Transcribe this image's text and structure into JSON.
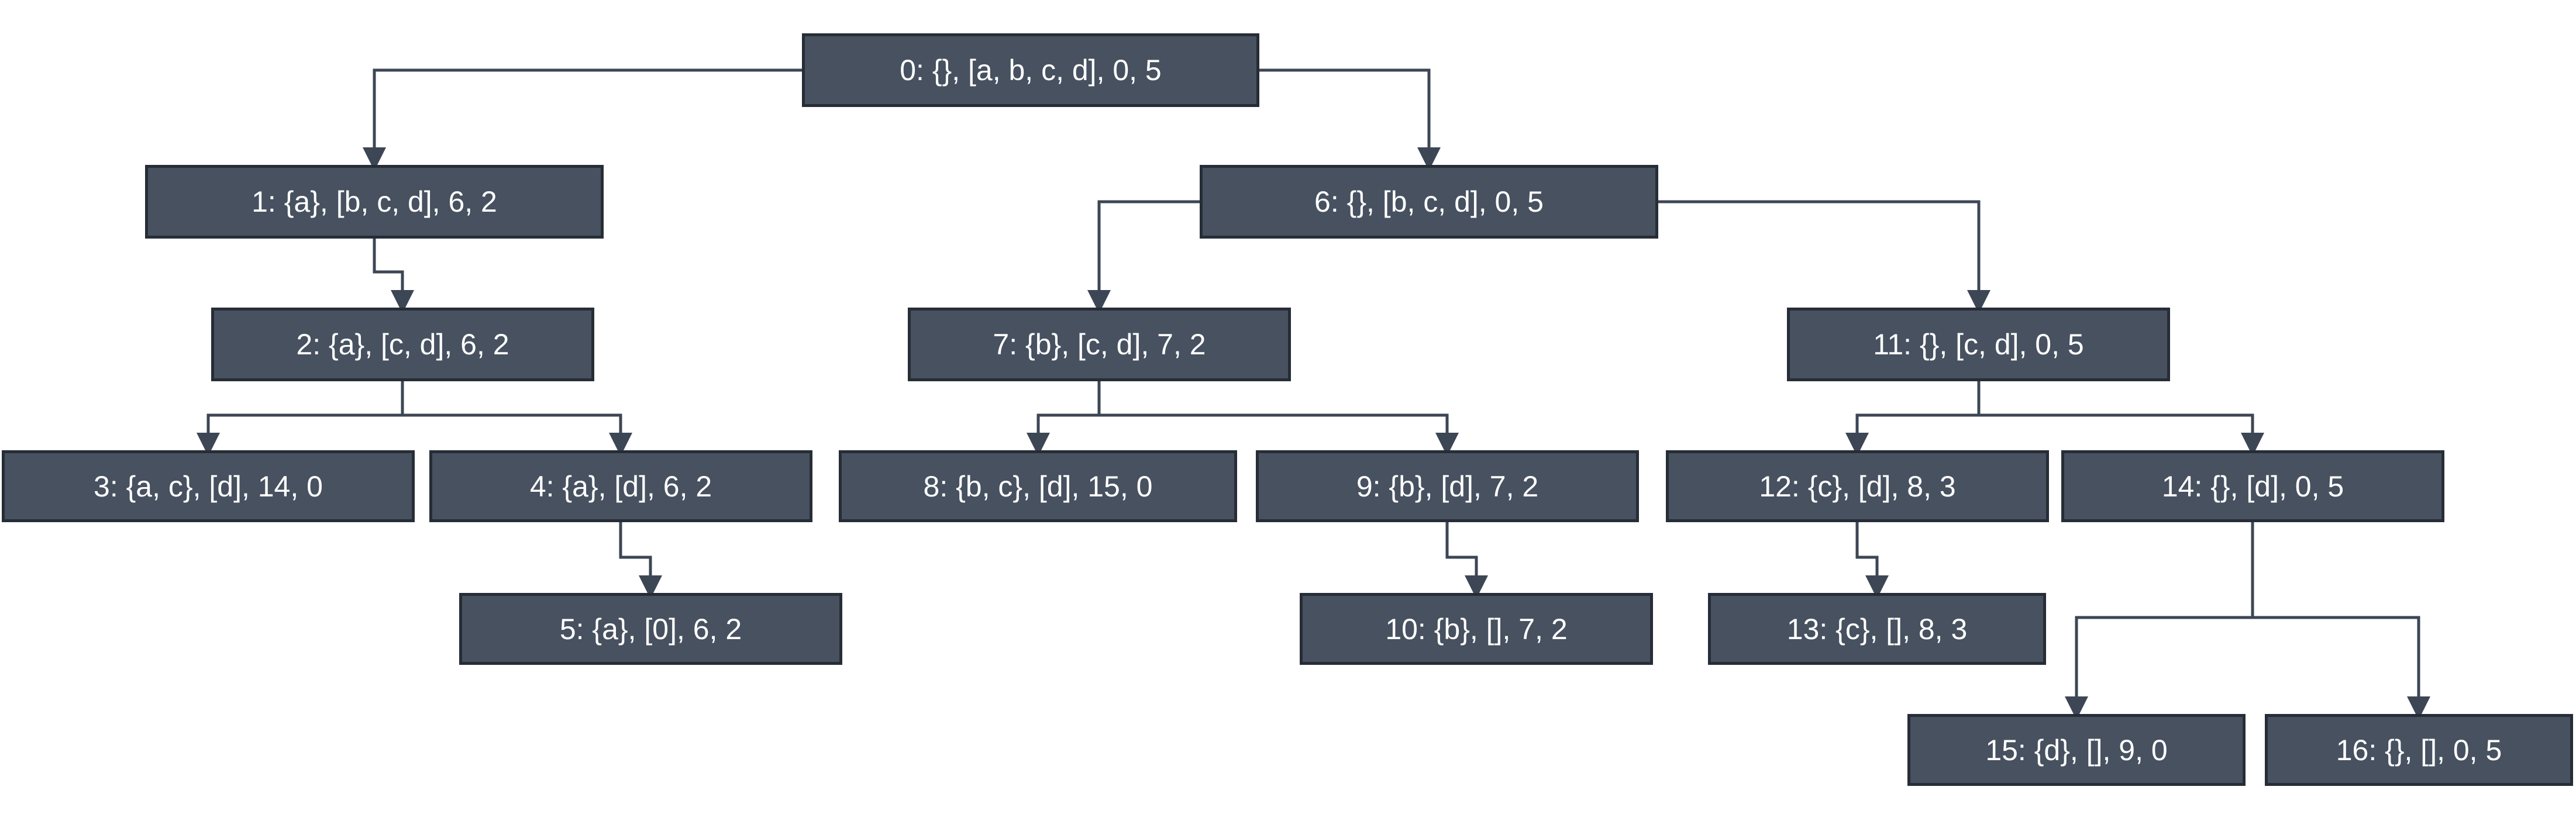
{
  "diagram": {
    "line_color": "#3d4654",
    "node_fill": "#475160",
    "node_border": "#262d36",
    "node_text_color": "#ffffff",
    "nodes": [
      {
        "id": "0",
        "label": "0: {}, [a, b, c, d], 0, 5"
      },
      {
        "id": "1",
        "label": "1: {a}, [b, c, d], 6, 2"
      },
      {
        "id": "2",
        "label": "2: {a}, [c, d], 6, 2"
      },
      {
        "id": "3",
        "label": "3: {a, c}, [d], 14, 0"
      },
      {
        "id": "4",
        "label": "4: {a}, [d], 6, 2"
      },
      {
        "id": "5",
        "label": "5: {a}, [0], 6, 2"
      },
      {
        "id": "6",
        "label": "6: {}, [b, c, d], 0, 5"
      },
      {
        "id": "7",
        "label": "7: {b}, [c, d], 7, 2"
      },
      {
        "id": "8",
        "label": "8: {b, c}, [d], 15, 0"
      },
      {
        "id": "9",
        "label": "9: {b}, [d], 7, 2"
      },
      {
        "id": "10",
        "label": "10: {b}, [], 7, 2"
      },
      {
        "id": "11",
        "label": "11: {}, [c, d], 0, 5"
      },
      {
        "id": "12",
        "label": "12: {c}, [d], 8, 3"
      },
      {
        "id": "13",
        "label": "13: {c}, [], 8, 3"
      },
      {
        "id": "14",
        "label": "14: {}, [d], 0, 5"
      },
      {
        "id": "15",
        "label": "15: {d}, [], 9, 0"
      },
      {
        "id": "16",
        "label": "16: {}, [], 0, 5"
      }
    ],
    "edges": [
      {
        "from": "0",
        "to": "1"
      },
      {
        "from": "0",
        "to": "6"
      },
      {
        "from": "1",
        "to": "2"
      },
      {
        "from": "2",
        "to": "3"
      },
      {
        "from": "2",
        "to": "4"
      },
      {
        "from": "4",
        "to": "5"
      },
      {
        "from": "6",
        "to": "7"
      },
      {
        "from": "6",
        "to": "11"
      },
      {
        "from": "7",
        "to": "8"
      },
      {
        "from": "7",
        "to": "9"
      },
      {
        "from": "9",
        "to": "10"
      },
      {
        "from": "11",
        "to": "12"
      },
      {
        "from": "11",
        "to": "14"
      },
      {
        "from": "12",
        "to": "13"
      },
      {
        "from": "14",
        "to": "15"
      },
      {
        "from": "14",
        "to": "16"
      }
    ]
  }
}
